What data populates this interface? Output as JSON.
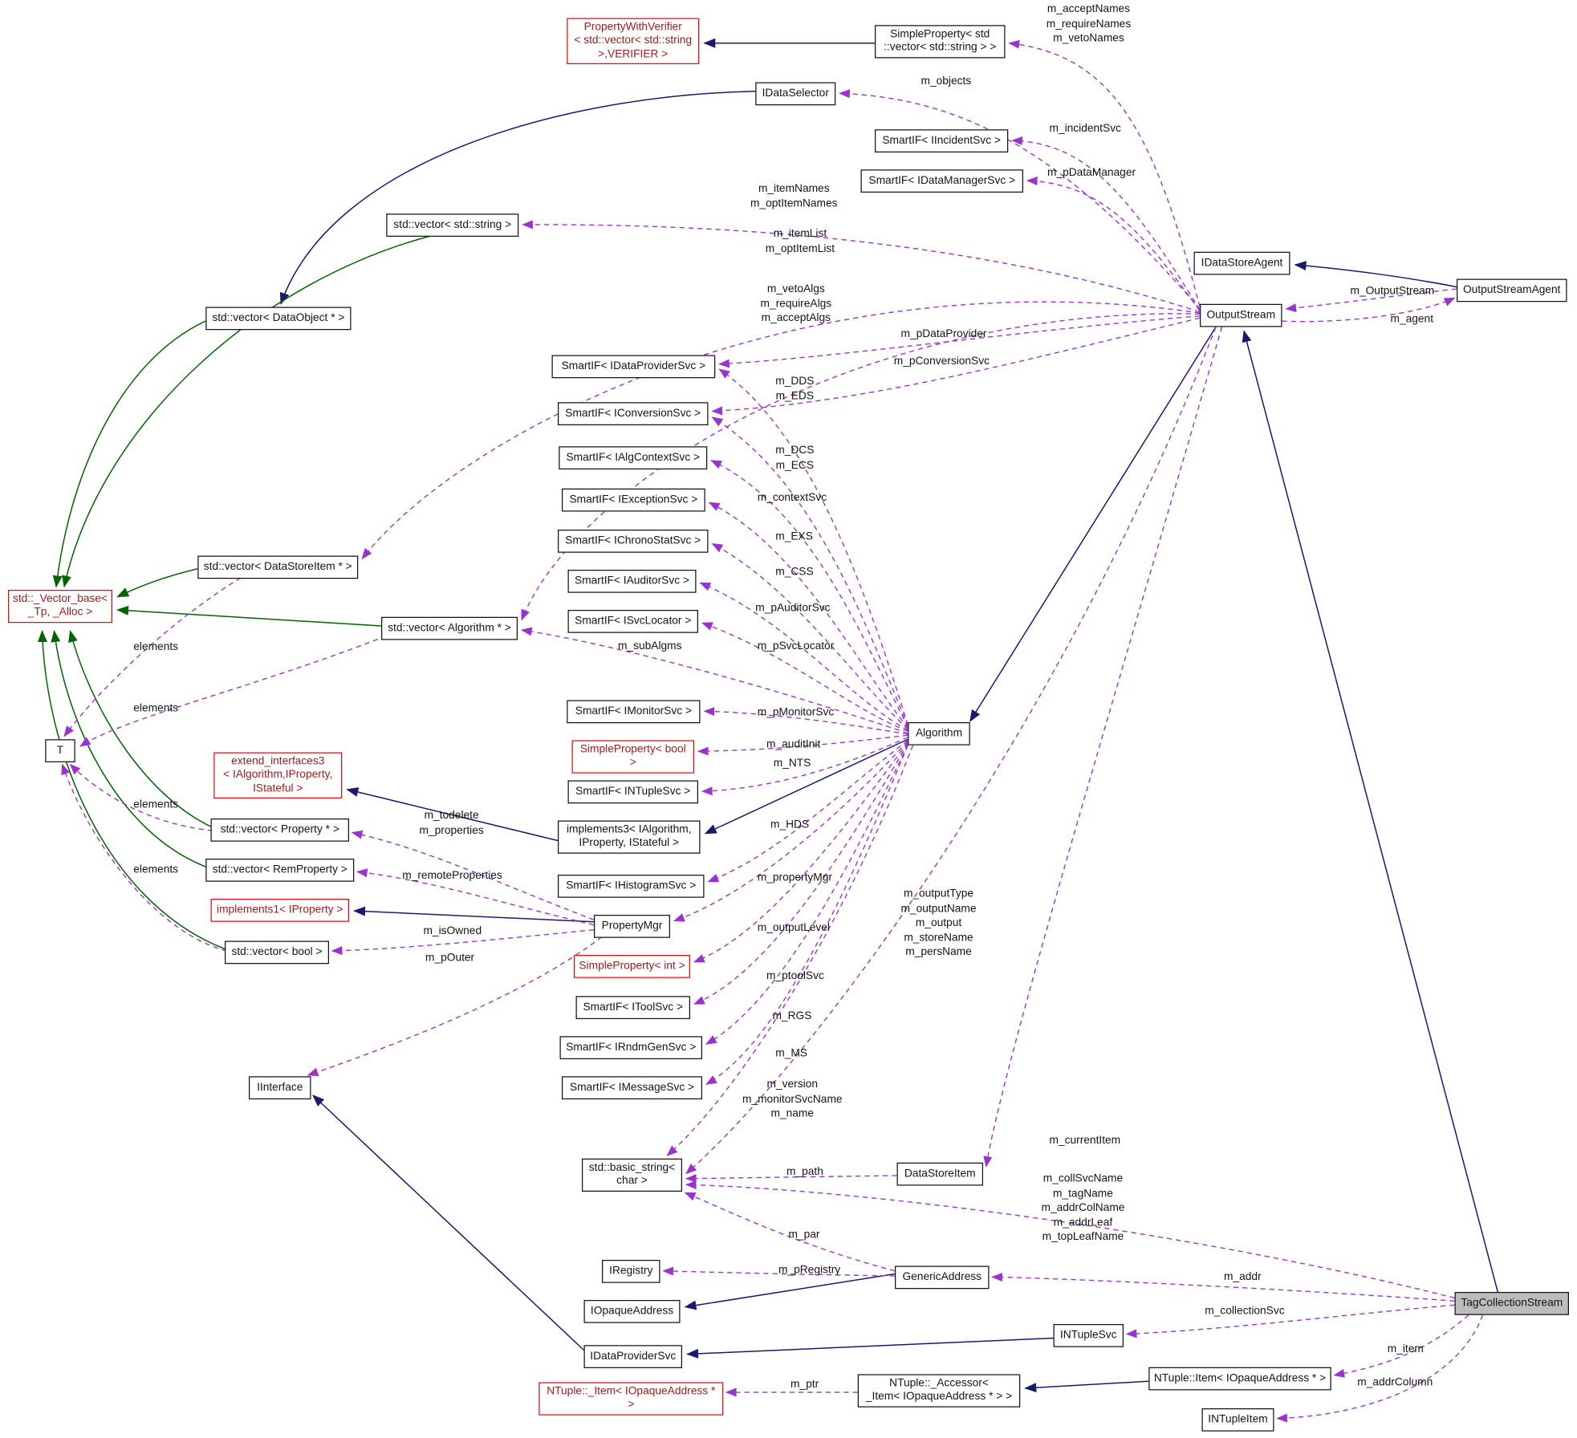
{
  "colors": {
    "inheritance": "#191970",
    "private_inheritance": "#006400",
    "usage": "#9a32cd",
    "node_border": "#141414",
    "truncated_border": "#e30b13",
    "current_node_fill": "#bdbdbd"
  },
  "nodes": [
    {
      "id": "property-with-verifier",
      "label": "PropertyWithVerifier\n< std::vector< std::string\n >,VERIFIER >"
    },
    {
      "id": "simple-property-vector-string",
      "label": "SimpleProperty< std\n::vector< std::string > >"
    },
    {
      "id": "idataselector",
      "label": "IDataSelector"
    },
    {
      "id": "smartif-iincidentsvc",
      "label": "SmartIF< IIncidentSvc >"
    },
    {
      "id": "smartif-idatamanagersvc",
      "label": "SmartIF< IDataManagerSvc >"
    },
    {
      "id": "vector-string",
      "label": "std::vector< std::string >"
    },
    {
      "id": "idatastoreagent",
      "label": "IDataStoreAgent"
    },
    {
      "id": "outputstreamagent",
      "label": "OutputStreamAgent"
    },
    {
      "id": "outputstream",
      "label": "OutputStream"
    },
    {
      "id": "vector-dataobject",
      "label": "std::vector< DataObject * >"
    },
    {
      "id": "smartif-idataprovidersvc",
      "label": "SmartIF< IDataProviderSvc >"
    },
    {
      "id": "smartif-iconversionsvc",
      "label": "SmartIF< IConversionSvc >"
    },
    {
      "id": "smartif-ialgcontextsvc",
      "label": "SmartIF< IAlgContextSvc >"
    },
    {
      "id": "smartif-iexceptionsvc",
      "label": "SmartIF< IExceptionSvc >"
    },
    {
      "id": "smartif-ichronostatsvc",
      "label": "SmartIF< IChronoStatSvc >"
    },
    {
      "id": "smartif-iauditorsvc",
      "label": "SmartIF< IAuditorSvc >"
    },
    {
      "id": "smartif-isvclocator",
      "label": "SmartIF< ISvcLocator >"
    },
    {
      "id": "vector-datastoreitem",
      "label": "std::vector< DataStoreItem * >"
    },
    {
      "id": "vector-base",
      "label": "std::_Vector_base<\n_Tp, _Alloc >"
    },
    {
      "id": "vector-algorithm",
      "label": "std::vector< Algorithm * >"
    },
    {
      "id": "t",
      "label": "T"
    },
    {
      "id": "smartif-imonitorsvc",
      "label": "SmartIF< IMonitorSvc >"
    },
    {
      "id": "simple-property-bool",
      "label": "SimpleProperty< bool >"
    },
    {
      "id": "smartif-intuplesvc",
      "label": "SmartIF< INTupleSvc >"
    },
    {
      "id": "extend-interfaces3",
      "label": "extend_interfaces3\n< IAlgorithm,IProperty,\nIStateful >"
    },
    {
      "id": "algorithm",
      "label": "Algorithm"
    },
    {
      "id": "implements3",
      "label": "implements3< IAlgorithm,\nIProperty, IStateful >"
    },
    {
      "id": "vector-property",
      "label": "std::vector< Property * >"
    },
    {
      "id": "vector-remproperty",
      "label": "std::vector< RemProperty >"
    },
    {
      "id": "smartif-ihistogramsvc",
      "label": "SmartIF< IHistogramSvc >"
    },
    {
      "id": "implements1",
      "label": "implements1< IProperty >"
    },
    {
      "id": "propertymgr",
      "label": "PropertyMgr"
    },
    {
      "id": "vector-bool",
      "label": "std::vector< bool >"
    },
    {
      "id": "simple-property-int",
      "label": "SimpleProperty< int >"
    },
    {
      "id": "smartif-itoolsvc",
      "label": "SmartIF< IToolSvc >"
    },
    {
      "id": "smartif-irndmgensvc",
      "label": "SmartIF< IRndmGenSvc >"
    },
    {
      "id": "smartif-imessagesvc",
      "label": "SmartIF< IMessageSvc >"
    },
    {
      "id": "iinterface",
      "label": "IInterface"
    },
    {
      "id": "basic-string",
      "label": "std::basic_string<\nchar >"
    },
    {
      "id": "datastoreitem",
      "label": "DataStoreItem"
    },
    {
      "id": "iregistry",
      "label": "IRegistry"
    },
    {
      "id": "genericaddress",
      "label": "GenericAddress"
    },
    {
      "id": "iopaqueaddress",
      "label": "IOpaqueAddress"
    },
    {
      "id": "tagcollectionstream",
      "label": "TagCollectionStream"
    },
    {
      "id": "intuplesvc",
      "label": "INTupleSvc"
    },
    {
      "id": "idataprovidersvc",
      "label": "IDataProviderSvc"
    },
    {
      "id": "ntuple-item-private",
      "label": "NTuple::_Item< IOpaqueAddress * >"
    },
    {
      "id": "ntuple-accessor",
      "label": "NTuple::_Accessor<\n_Item< IOpaqueAddress * > >"
    },
    {
      "id": "ntuple-item",
      "label": "NTuple::Item< IOpaqueAddress * >"
    },
    {
      "id": "intupleitem",
      "label": "INTupleItem"
    }
  ],
  "edge_labels": [
    "m_acceptNames\nm_requireNames\nm_vetoNames",
    "m_objects",
    "m_incidentSvc",
    "m_pDataManager",
    "m_itemNames\nm_optItemNames",
    "m_itemList\nm_optItemList",
    "m_vetoAlgs\nm_requireAlgs\nm_acceptAlgs",
    "m_pDataProvider",
    "m_pConversionSvc",
    "m_DDS\nm_EDS",
    "m_DCS\nm_ECS",
    "m_contextSvc",
    "m_EXS",
    "m_CSS",
    "m_pAuditorSvc",
    "m_pSvcLocator",
    "m_subAlgms",
    "elements",
    "elements",
    "m_pMonitorSvc",
    "m_auditInit",
    "m_NTS",
    "m_HDS",
    "m_todelete\nm_properties",
    "m_propertyMgr",
    "m_remoteProperties",
    "m_outputLevel",
    "m_isOwned",
    "m_pOuter",
    "m_ptoolSvc",
    "m_RGS",
    "m_MS",
    "m_version\nm_monitorSvcName\nm_name",
    "m_outputType\nm_outputName\nm_output\nm_storeName\nm_persName",
    "elements",
    "elements",
    "m_currentItem",
    "m_path",
    "m_collSvcName\nm_tagName\nm_addrColName\nm_addrLeaf\nm_topLeafName",
    "m_par",
    "m_pRegistry",
    "m_addr",
    "m_collectionSvc",
    "m_item",
    "m_addrColumn",
    "m_ptr",
    "m_OutputStream",
    "m_agent"
  ],
  "edges": [
    {
      "from": "simple-property-vector-string",
      "to": "property-with-verifier",
      "type": "inheritance",
      "label": ""
    },
    {
      "from": "idataselector",
      "to": "vector-dataobject",
      "type": "inheritance",
      "label": ""
    },
    {
      "from": "outputstreamagent",
      "to": "idatastoreagent",
      "type": "inheritance",
      "label": ""
    },
    {
      "from": "outputstream",
      "to": "algorithm",
      "type": "inheritance",
      "label": ""
    },
    {
      "from": "algorithm",
      "to": "implements3",
      "type": "inheritance",
      "label": ""
    },
    {
      "from": "implements3",
      "to": "extend-interfaces3",
      "type": "inheritance",
      "label": ""
    },
    {
      "from": "propertymgr",
      "to": "implements1",
      "type": "inheritance",
      "label": ""
    },
    {
      "from": "tagcollectionstream",
      "to": "outputstream",
      "type": "inheritance",
      "label": ""
    },
    {
      "from": "genericaddress",
      "to": "iopaqueaddress",
      "type": "inheritance",
      "label": ""
    },
    {
      "from": "intuplesvc",
      "to": "idataprovidersvc",
      "type": "inheritance",
      "label": ""
    },
    {
      "from": "idataprovidersvc",
      "to": "iinterface",
      "type": "inheritance",
      "label": ""
    },
    {
      "from": "ntuple-item",
      "to": "ntuple-accessor",
      "type": "inheritance",
      "label": ""
    },
    {
      "from": "vector-string",
      "to": "vector-base",
      "type": "private-inheritance",
      "label": ""
    },
    {
      "from": "vector-dataobject",
      "to": "vector-base",
      "type": "private-inheritance",
      "label": ""
    },
    {
      "from": "vector-datastoreitem",
      "to": "vector-base",
      "type": "private-inheritance",
      "label": ""
    },
    {
      "from": "vector-algorithm",
      "to": "vector-base",
      "type": "private-inheritance",
      "label": ""
    },
    {
      "from": "vector-property",
      "to": "vector-base",
      "type": "private-inheritance",
      "label": ""
    },
    {
      "from": "vector-remproperty",
      "to": "vector-base",
      "type": "private-inheritance",
      "label": ""
    },
    {
      "from": "vector-bool",
      "to": "vector-base",
      "type": "private-inheritance",
      "label": ""
    },
    {
      "from": "outputstream",
      "to": "simple-property-vector-string",
      "type": "usage",
      "label": "m_acceptNames\nm_requireNames\nm_vetoNames"
    },
    {
      "from": "outputstream",
      "to": "idataselector",
      "type": "usage",
      "label": "m_objects"
    },
    {
      "from": "outputstream",
      "to": "smartif-iincidentsvc",
      "type": "usage",
      "label": "m_incidentSvc"
    },
    {
      "from": "outputstream",
      "to": "smartif-idatamanagersvc",
      "type": "usage",
      "label": "m_pDataManager"
    },
    {
      "from": "outputstream",
      "to": "vector-string",
      "type": "usage",
      "label": "m_itemNames\nm_optItemNames"
    },
    {
      "from": "outputstream",
      "to": "vector-datastoreitem",
      "type": "usage",
      "label": "m_itemList\nm_optItemList"
    },
    {
      "from": "outputstream",
      "to": "vector-algorithm",
      "type": "usage",
      "label": "m_vetoAlgs\nm_requireAlgs\nm_acceptAlgs"
    },
    {
      "from": "outputstream",
      "to": "smartif-idataprovidersvc",
      "type": "usage",
      "label": "m_pDataProvider"
    },
    {
      "from": "outputstream",
      "to": "smartif-iconversionsvc",
      "type": "usage",
      "label": "m_pConversionSvc"
    },
    {
      "from": "outputstream",
      "to": "basic-string",
      "type": "usage",
      "label": "m_outputType\nm_outputName\nm_output\nm_storeName\nm_persName"
    },
    {
      "from": "outputstream",
      "to": "datastoreitem",
      "type": "usage",
      "label": "m_currentItem"
    },
    {
      "from": "outputstreamagent",
      "to": "outputstream",
      "type": "usage",
      "label": "m_OutputStream"
    },
    {
      "from": "outputstream",
      "to": "outputstreamagent",
      "type": "usage",
      "label": "m_agent"
    },
    {
      "from": "algorithm",
      "to": "smartif-idataprovidersvc",
      "type": "usage",
      "label": "m_DDS\nm_EDS"
    },
    {
      "from": "algorithm",
      "to": "smartif-iconversionsvc",
      "type": "usage",
      "label": "m_DCS\nm_ECS"
    },
    {
      "from": "algorithm",
      "to": "smartif-ialgcontextsvc",
      "type": "usage",
      "label": "m_contextSvc"
    },
    {
      "from": "algorithm",
      "to": "smartif-iexceptionsvc",
      "type": "usage",
      "label": "m_EXS"
    },
    {
      "from": "algorithm",
      "to": "smartif-ichronostatsvc",
      "type": "usage",
      "label": "m_CSS"
    },
    {
      "from": "algorithm",
      "to": "smartif-iauditorsvc",
      "type": "usage",
      "label": "m_pAuditorSvc"
    },
    {
      "from": "algorithm",
      "to": "smartif-isvclocator",
      "type": "usage",
      "label": "m_pSvcLocator"
    },
    {
      "from": "algorithm",
      "to": "vector-algorithm",
      "type": "usage",
      "label": "m_subAlgms"
    },
    {
      "from": "algorithm",
      "to": "smartif-imonitorsvc",
      "type": "usage",
      "label": "m_pMonitorSvc"
    },
    {
      "from": "algorithm",
      "to": "simple-property-bool",
      "type": "usage",
      "label": "m_auditInit"
    },
    {
      "from": "algorithm",
      "to": "smartif-intuplesvc",
      "type": "usage",
      "label": "m_NTS"
    },
    {
      "from": "algorithm",
      "to": "smartif-ihistogramsvc",
      "type": "usage",
      "label": "m_HDS"
    },
    {
      "from": "algorithm",
      "to": "propertymgr",
      "type": "usage",
      "label": "m_propertyMgr"
    },
    {
      "from": "algorithm",
      "to": "simple-property-int",
      "type": "usage",
      "label": "m_outputLevel"
    },
    {
      "from": "algorithm",
      "to": "smartif-itoolsvc",
      "type": "usage",
      "label": "m_ptoolSvc"
    },
    {
      "from": "algorithm",
      "to": "smartif-irndmgensvc",
      "type": "usage",
      "label": "m_RGS"
    },
    {
      "from": "algorithm",
      "to": "smartif-imessagesvc",
      "type": "usage",
      "label": "m_MS"
    },
    {
      "from": "algorithm",
      "to": "basic-string",
      "type": "usage",
      "label": "m_version\nm_monitorSvcName\nm_name"
    },
    {
      "from": "datastoreitem",
      "to": "basic-string",
      "type": "usage",
      "label": "m_path"
    },
    {
      "from": "genericaddress",
      "to": "basic-string",
      "type": "usage",
      "label": "m_par"
    },
    {
      "from": "genericaddress",
      "to": "iregistry",
      "type": "usage",
      "label": "m_pRegistry"
    },
    {
      "from": "tagcollectionstream",
      "to": "basic-string",
      "type": "usage",
      "label": "m_collSvcName\nm_tagName\nm_addrColName\nm_addrLeaf\nm_topLeafName"
    },
    {
      "from": "tagcollectionstream",
      "to": "genericaddress",
      "type": "usage",
      "label": "m_addr"
    },
    {
      "from": "tagcollectionstream",
      "to": "intuplesvc",
      "type": "usage",
      "label": "m_collectionSvc"
    },
    {
      "from": "tagcollectionstream",
      "to": "ntuple-item",
      "type": "usage",
      "label": "m_item"
    },
    {
      "from": "tagcollectionstream",
      "to": "intupleitem",
      "type": "usage",
      "label": "m_addrColumn"
    },
    {
      "from": "ntuple-accessor",
      "to": "ntuple-item-private",
      "type": "usage",
      "label": "m_ptr"
    },
    {
      "from": "propertymgr",
      "to": "vector-property",
      "type": "usage",
      "label": "m_todelete\nm_properties"
    },
    {
      "from": "propertymgr",
      "to": "vector-remproperty",
      "type": "usage",
      "label": "m_remoteProperties"
    },
    {
      "from": "propertymgr",
      "to": "vector-bool",
      "type": "usage",
      "label": "m_isOwned"
    },
    {
      "from": "propertymgr",
      "to": "iinterface",
      "type": "usage",
      "label": "m_pOuter"
    },
    {
      "from": "vector-datastoreitem",
      "to": "t",
      "type": "usage",
      "label": "elements"
    },
    {
      "from": "vector-algorithm",
      "to": "t",
      "type": "usage",
      "label": "elements"
    },
    {
      "from": "vector-property",
      "to": "t",
      "type": "usage",
      "label": "elements"
    },
    {
      "from": "vector-bool",
      "to": "t",
      "type": "usage",
      "label": "elements"
    }
  ]
}
